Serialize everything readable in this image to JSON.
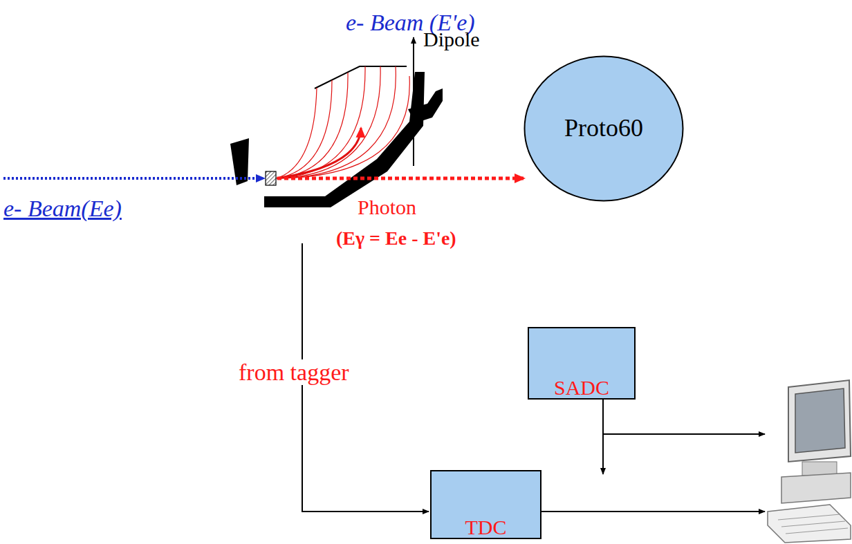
{
  "diagram": {
    "nodes": [
      {
        "text": [
          "Proto60"
        ]
      },
      {
        "text": [
          "SADC"
        ]
      },
      {
        "text": [
          "TDC"
        ]
      }
    ],
    "labels": [
      "e- Beam (E'e)",
      "Dipole",
      "e- Beam(Ee)",
      "Photon",
      "(Eγ = Ee - E'e)",
      "from tagger"
    ]
  }
}
